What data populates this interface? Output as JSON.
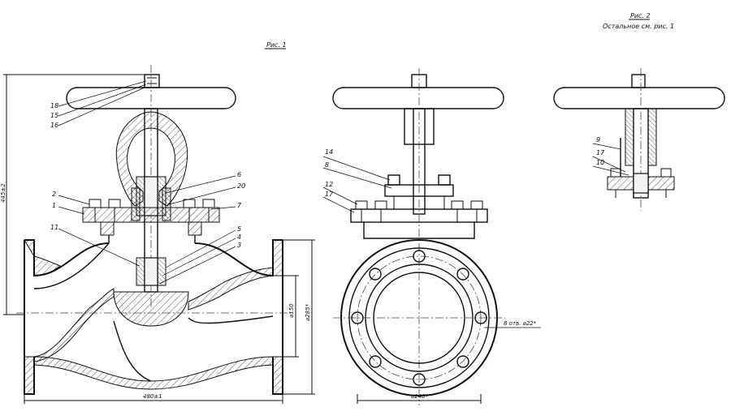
{
  "drawing": {
    "view1": {
      "caption": "Рис. 1",
      "overall_height": "445±2",
      "length": "480±1",
      "bore": "⌀150",
      "flange_outer": "⌀285*",
      "callouts": [
        "18",
        "15",
        "16",
        "2",
        "1",
        "11",
        "6",
        "20",
        "7",
        "5",
        "4",
        "3"
      ]
    },
    "view2": {
      "caption": "Рис. 2",
      "subcaption": "Остальное см. рис. 1",
      "callouts": [
        "9",
        "17",
        "10"
      ]
    },
    "side_view": {
      "bolt_circle": "⌀240*",
      "holes_note": "8 отв. ⌀22*",
      "callouts": [
        "14",
        "8",
        "12",
        "17"
      ]
    }
  }
}
